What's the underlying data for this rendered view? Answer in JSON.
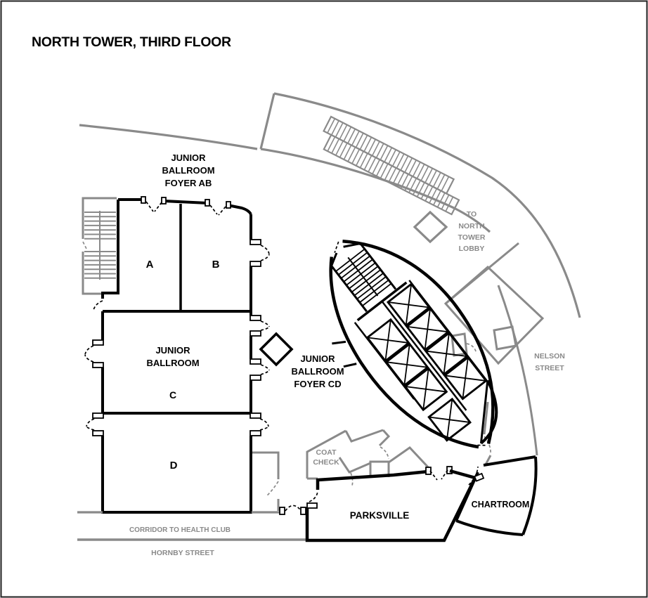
{
  "title": "NORTH TOWER, THIRD FLOOR",
  "colors": {
    "ink": "#000000",
    "gray": "#8a8a8a",
    "background": "#ffffff"
  },
  "labels": {
    "foyer_ab": {
      "lines": [
        "JUNIOR",
        "BALLROOM",
        "FOYER AB"
      ]
    },
    "room_a": "A",
    "room_b": "B",
    "junior_ballroom": {
      "lines": [
        "JUNIOR",
        "BALLROOM"
      ]
    },
    "room_c": "C",
    "room_d": "D",
    "foyer_cd": {
      "lines": [
        "JUNIOR",
        "BALLROOM",
        "FOYER CD"
      ]
    },
    "to_north_tower_lobby": {
      "lines": [
        "TO",
        "NORTH",
        "TOWER",
        "LOBBY"
      ]
    },
    "nelson_street": {
      "lines": [
        "NELSON",
        "STREET"
      ]
    },
    "coat_check": {
      "lines": [
        "COAT",
        "CHECK"
      ]
    },
    "parksville": "PARKSVILLE",
    "chartroom": "CHARTROOM",
    "corridor_to_health_club": "CORRIDOR TO HEALTH CLUB",
    "hornby_street": "HORNBY STREET"
  }
}
